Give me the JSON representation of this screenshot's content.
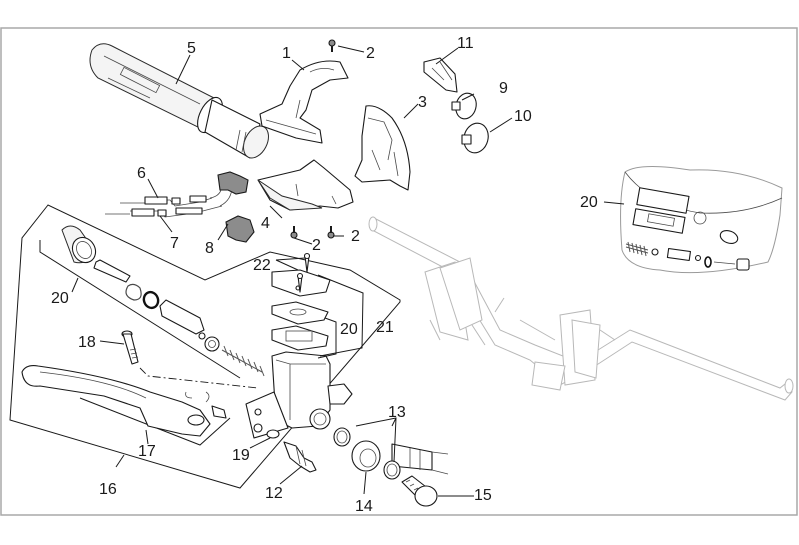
{
  "diagram": {
    "title": "Handlebar controls / front brake master cylinder exploded view",
    "callouts": [
      {
        "id": "1",
        "label": "1"
      },
      {
        "id": "2a",
        "label": "2"
      },
      {
        "id": "2b",
        "label": "2"
      },
      {
        "id": "2c",
        "label": "2"
      },
      {
        "id": "3",
        "label": "3"
      },
      {
        "id": "4",
        "label": "4"
      },
      {
        "id": "5",
        "label": "5"
      },
      {
        "id": "6",
        "label": "6"
      },
      {
        "id": "7",
        "label": "7"
      },
      {
        "id": "8",
        "label": "8"
      },
      {
        "id": "9",
        "label": "9"
      },
      {
        "id": "10",
        "label": "10"
      },
      {
        "id": "11",
        "label": "11"
      },
      {
        "id": "12",
        "label": "12"
      },
      {
        "id": "13",
        "label": "13"
      },
      {
        "id": "14",
        "label": "14"
      },
      {
        "id": "15",
        "label": "15"
      },
      {
        "id": "16",
        "label": "16"
      },
      {
        "id": "17",
        "label": "17"
      },
      {
        "id": "18",
        "label": "18"
      },
      {
        "id": "19",
        "label": "19"
      },
      {
        "id": "20a",
        "label": "20"
      },
      {
        "id": "20b",
        "label": "20"
      },
      {
        "id": "20c",
        "label": "20"
      },
      {
        "id": "21",
        "label": "21"
      },
      {
        "id": "22",
        "label": "22"
      }
    ],
    "parts": [
      {
        "ref": "1",
        "name": "upper-switch-housing"
      },
      {
        "ref": "2",
        "name": "screw"
      },
      {
        "ref": "3",
        "name": "switch-housing-right"
      },
      {
        "ref": "4",
        "name": "lower-switch-housing"
      },
      {
        "ref": "5",
        "name": "throttle-grip"
      },
      {
        "ref": "6",
        "name": "throttle-cable-upper"
      },
      {
        "ref": "7",
        "name": "throttle-cable-lower"
      },
      {
        "ref": "8",
        "name": "cable-clamp"
      },
      {
        "ref": "9",
        "name": "switch-button-small"
      },
      {
        "ref": "10",
        "name": "switch-button-large"
      },
      {
        "ref": "11",
        "name": "switch-slider"
      },
      {
        "ref": "12",
        "name": "brake-light-switch"
      },
      {
        "ref": "13",
        "name": "sealing-washers"
      },
      {
        "ref": "14",
        "name": "banjo-fitting"
      },
      {
        "ref": "15",
        "name": "banjo-bolt"
      },
      {
        "ref": "16",
        "name": "front-brake-pump-assembly"
      },
      {
        "ref": "17",
        "name": "brake-lever"
      },
      {
        "ref": "18",
        "name": "lever-pivot-pin"
      },
      {
        "ref": "19",
        "name": "nut"
      },
      {
        "ref": "20",
        "name": "repair-kit"
      },
      {
        "ref": "21",
        "name": "reservoir-cap-kit"
      },
      {
        "ref": "22",
        "name": "cap-screw"
      }
    ]
  }
}
